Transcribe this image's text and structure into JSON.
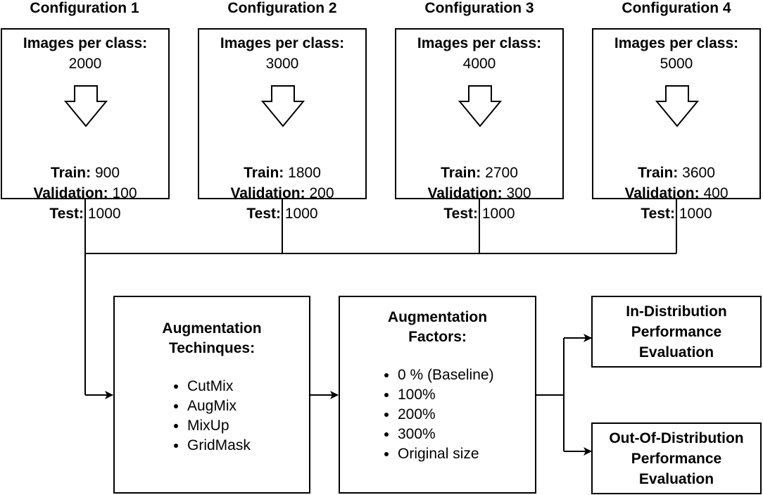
{
  "configurations": [
    {
      "title": "Configuration 1",
      "images_label": "Images per class:",
      "images_value": "2000",
      "train_label": "Train:",
      "train_value": "900",
      "val_label": "Validation:",
      "val_value": "100",
      "test_label": "Test:",
      "test_value": "1000"
    },
    {
      "title": "Configuration 2",
      "images_label": "Images per class:",
      "images_value": "3000",
      "train_label": "Train:",
      "train_value": "1800",
      "val_label": "Validation:",
      "val_value": "200",
      "test_label": "Test:",
      "test_value": "1000"
    },
    {
      "title": "Configuration 3",
      "images_label": "Images per class:",
      "images_value": "4000",
      "train_label": "Train:",
      "train_value": "2700",
      "val_label": "Validation:",
      "val_value": "300",
      "test_label": "Test:",
      "test_value": "1000"
    },
    {
      "title": "Configuration 4",
      "images_label": "Images per class:",
      "images_value": "5000",
      "train_label": "Train:",
      "train_value": "3600",
      "val_label": "Validation:",
      "val_value": "400",
      "test_label": "Test:",
      "test_value": "1000"
    }
  ],
  "techniques": {
    "heading_line1": "Augmentation",
    "heading_line2": "Techinques:",
    "items": [
      "CutMix",
      "AugMix",
      "MixUp",
      "GridMask"
    ]
  },
  "factors": {
    "heading_line1": "Augmentation",
    "heading_line2": "Factors:",
    "items": [
      "0 % (Baseline)",
      "100%",
      "200%",
      "300%",
      "Original size"
    ]
  },
  "in_distribution": {
    "line1": "In-Distribution",
    "line2": "Performance",
    "line3": "Evaluation"
  },
  "out_of_distribution": {
    "line1": "Out-Of-Distribution",
    "line2": "Performance",
    "line3": "Evaluation"
  }
}
